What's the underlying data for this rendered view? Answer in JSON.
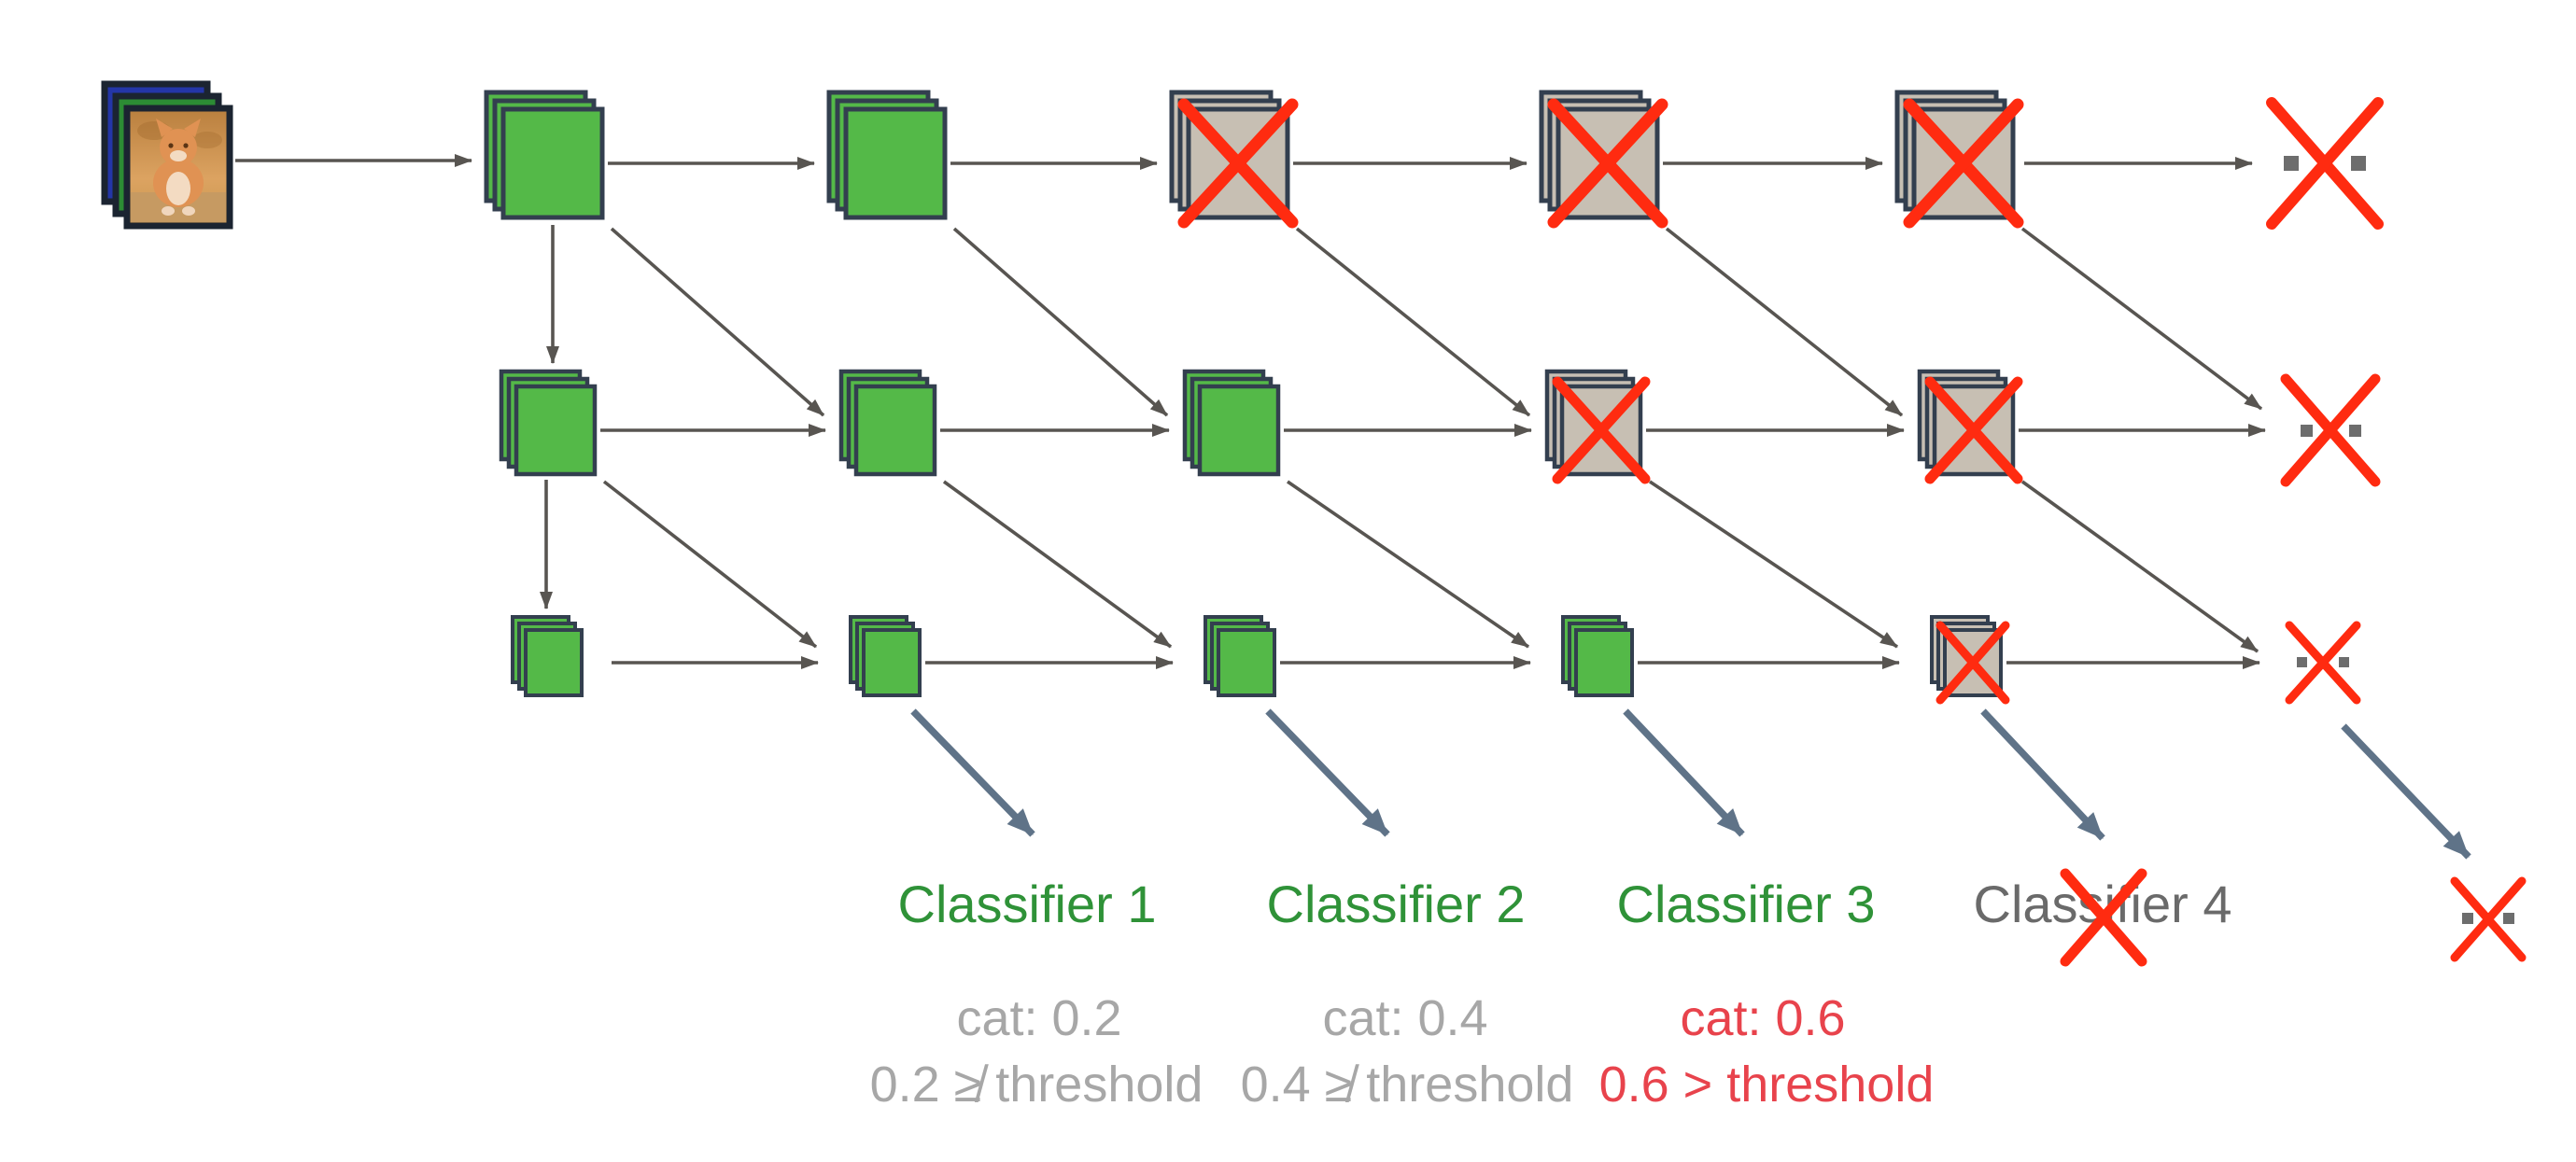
{
  "figure": {
    "type": "early-exit-cascade-network-diagram",
    "input_icon": "cat-photo-rgb-stack",
    "rows": [
      {
        "name": "scale-1",
        "blocks": [
          "computed",
          "computed",
          "skipped",
          "skipped",
          "skipped",
          "ellipsis-skipped"
        ]
      },
      {
        "name": "scale-2",
        "blocks": [
          "computed",
          "computed",
          "computed",
          "skipped",
          "skipped",
          "ellipsis-skipped"
        ]
      },
      {
        "name": "scale-3",
        "blocks": [
          "computed",
          "computed",
          "computed",
          "computed",
          "skipped",
          "ellipsis-skipped"
        ]
      }
    ]
  },
  "classifiers": [
    {
      "label": "Classifier 1",
      "crossed_out": false
    },
    {
      "label": "Classifier 2",
      "crossed_out": false
    },
    {
      "label": "Classifier 3",
      "crossed_out": false
    },
    {
      "label": "Classifier 4",
      "crossed_out": true
    }
  ],
  "results": [
    {
      "prediction": "cat: 0.2",
      "condition": "0.2 ≱ threshold",
      "passes_threshold": false
    },
    {
      "prediction": "cat: 0.4",
      "condition": "0.4 ≱ threshold",
      "passes_threshold": false
    },
    {
      "prediction": "cat: 0.6",
      "condition": "0.6 > threshold",
      "passes_threshold": true
    }
  ],
  "palette": {
    "computed_block": "#54b948",
    "skipped_block": "#c7bfb3",
    "block_border": "#333f4f",
    "photo_border": "#1b2431",
    "cross_red": "#ff2b10",
    "flow_arrow": "#585551",
    "exit_arrow": "#5f7388",
    "classifier_active_text": "#2f9238",
    "classifier_inactive_text": "#6a6a6a",
    "result_muted_text": "#a7a7a7",
    "result_exit_text": "#e8434c",
    "ellipsis_dot": "#6d6d6d",
    "background": "#ffffff"
  }
}
